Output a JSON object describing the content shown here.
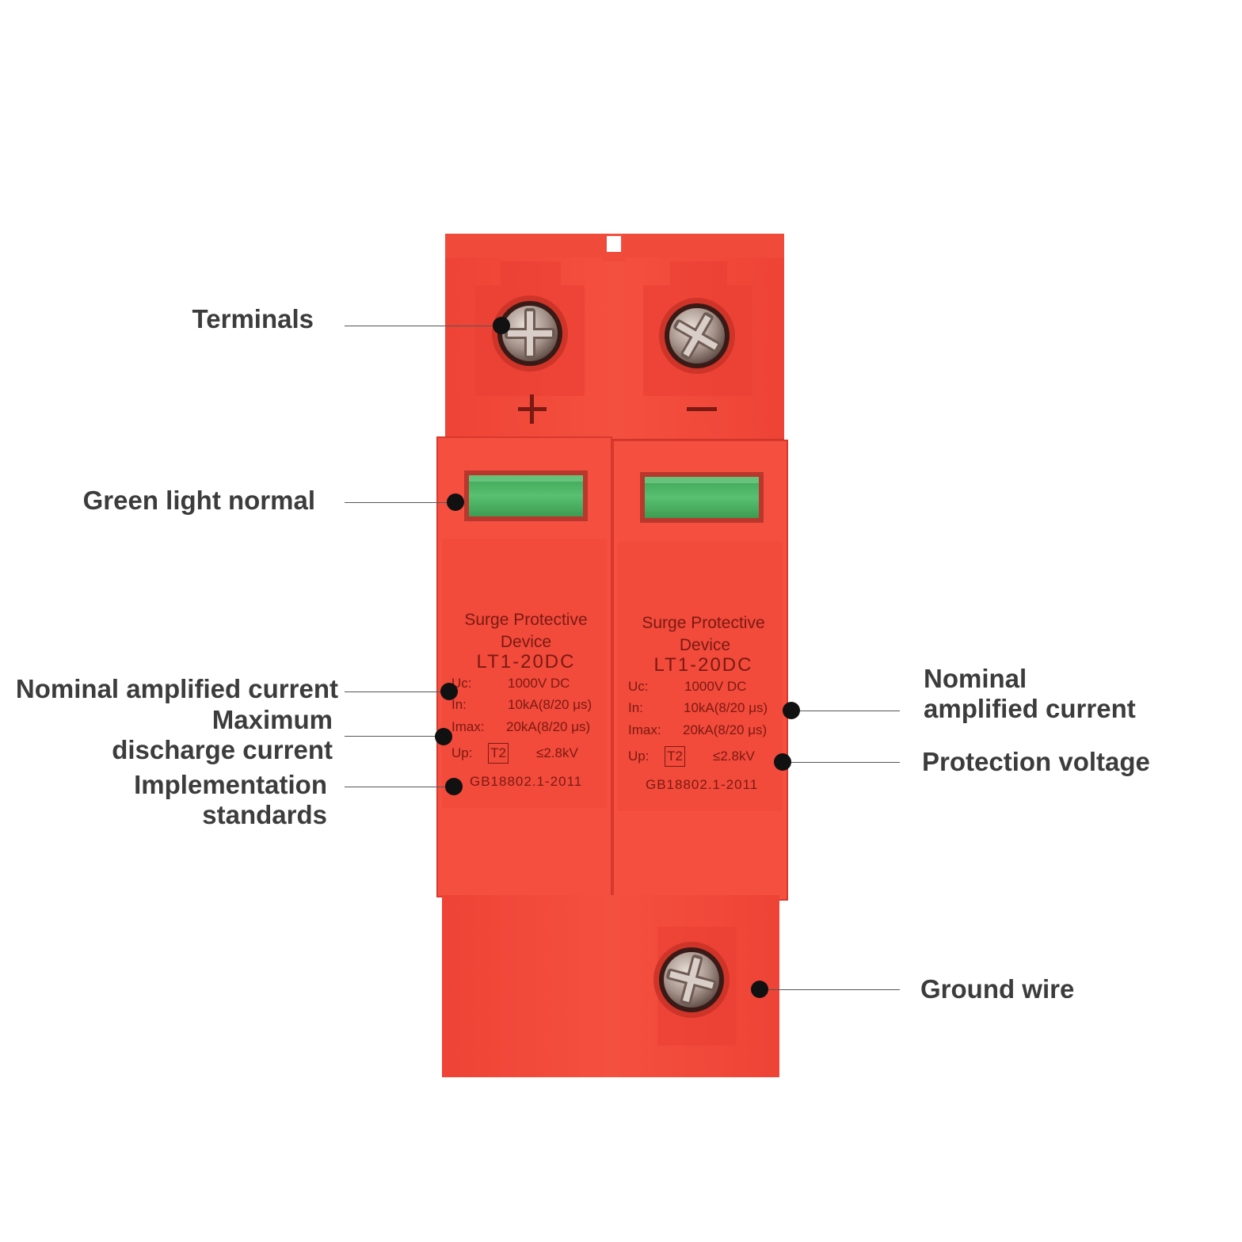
{
  "device": {
    "polarity_plus": "+",
    "polarity_minus": "−",
    "modules": [
      {
        "title_line1": "Surge Protective",
        "title_line2": "Device",
        "model": "LT1-20DC",
        "specs": [
          {
            "label": "Uc:",
            "value": "1000V DC"
          },
          {
            "label": "In:",
            "value": "10kA(8/20 μs)"
          },
          {
            "label": "Imax:",
            "value": "20kA(8/20 μs)"
          }
        ],
        "up_label": "Up:",
        "up_class": "T2",
        "up_value": "≤2.8kV",
        "standard": "GB18802.1-2011"
      },
      {
        "title_line1": "Surge Protective",
        "title_line2": "Device",
        "model": "LT1-20DC",
        "specs": [
          {
            "label": "Uc:",
            "value": "1000V DC"
          },
          {
            "label": "In:",
            "value": "10kA(8/20 μs)"
          },
          {
            "label": "Imax:",
            "value": "20kA(8/20 μs)"
          }
        ],
        "up_label": "Up:",
        "up_class": "T2",
        "up_value": "≤2.8kV",
        "standard": "GB18802.1-2011"
      }
    ],
    "colors": {
      "body": "#f24a3c",
      "body_dark": "#d8382c",
      "text": "#7a1a12",
      "indicator": "#4cb865"
    }
  },
  "callouts": {
    "terminals": [
      "Terminals"
    ],
    "green_light": [
      "Green light normal"
    ],
    "nominal_left": [
      "Nominal amplified current"
    ],
    "max_discharge": [
      "Maximum",
      "discharge current"
    ],
    "standards": [
      "Implementation",
      "standards"
    ],
    "nominal_right": [
      "Nominal",
      "amplified current"
    ],
    "protection_voltage": [
      "Protection voltage"
    ],
    "ground_wire": [
      "Ground wire"
    ]
  }
}
